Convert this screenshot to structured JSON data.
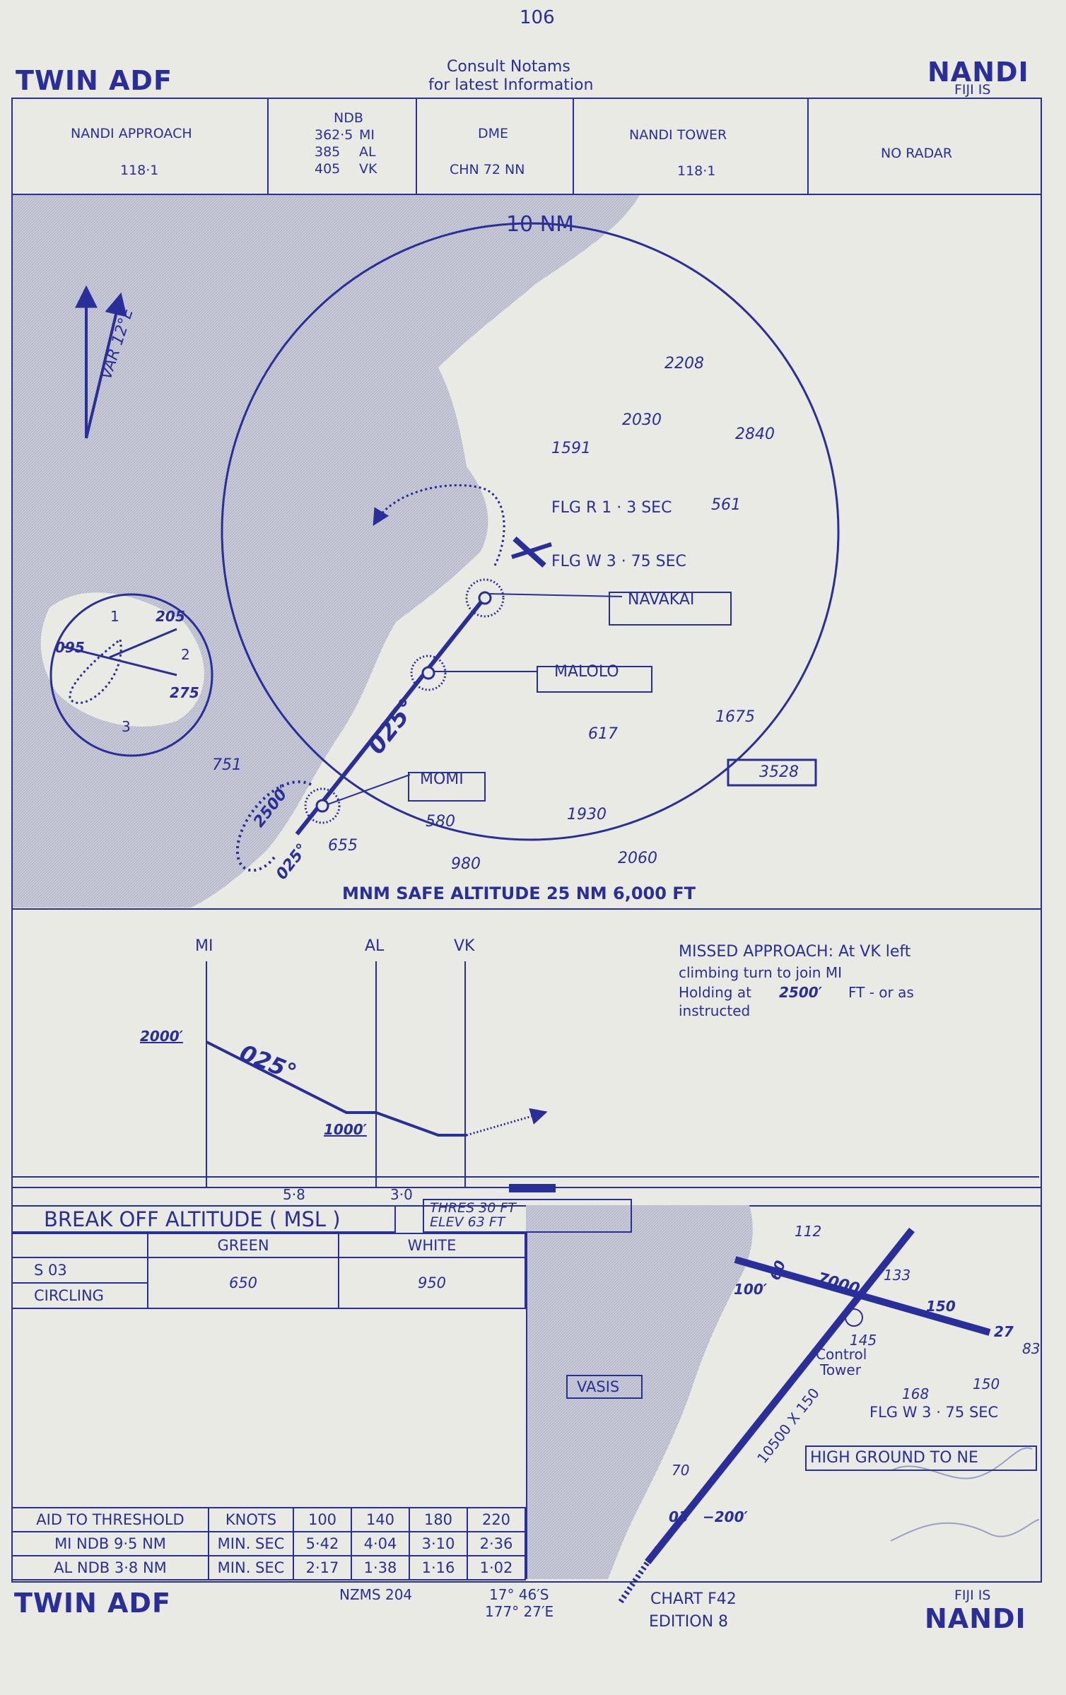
{
  "page_number": "106",
  "header": {
    "left_title": "TWIN ADF",
    "consult_line1": "Consult  Notams",
    "consult_line2": "for latest Information",
    "right_title": "NANDI",
    "right_sub": "FIJI    IS"
  },
  "comms": {
    "approach_name": "NANDI APPROACH",
    "approach_freq": "118·1",
    "ndb_label": "NDB",
    "ndb_rows": [
      {
        "freq": "362·5",
        "id": "MI"
      },
      {
        "freq": "385",
        "id": "AL"
      },
      {
        "freq": "405",
        "id": "VK"
      }
    ],
    "dme_label": "DME",
    "dme_value": "CHN  72  NN",
    "tower_name": "NANDI  TOWER",
    "tower_freq": "118·1",
    "radar": "NO  RADAR"
  },
  "plan": {
    "range_label": "10  NM",
    "variation": "VAR 12°E",
    "lights": [
      "FLG R 1 · 3 SEC",
      "FLG W 3 · 75 SEC"
    ],
    "beacons": [
      "NAVAKAI",
      "MALOLO",
      "MOMI"
    ],
    "course": "025°",
    "holding_altitude": "2500′",
    "holding_course": "025°",
    "hold_inset": {
      "inbound": "095",
      "outbound_a": "205",
      "outbound_b": "275",
      "step1": "1",
      "step2": "2",
      "step3": "3"
    },
    "spot_heights": [
      "2208",
      "2030",
      "2840",
      "1591",
      "561",
      "1675",
      "617",
      "751",
      "580",
      "1930",
      "655",
      "980",
      "2060"
    ],
    "boxed_height": "3528",
    "msa": "MNM SAFE ALTITUDE 25 NM 6,000 FT"
  },
  "profile": {
    "fixes": [
      "MI",
      "AL",
      "VK"
    ],
    "initial_alt": "2000′",
    "course": "025°",
    "step_alt": "1000′",
    "dist_mi_al": "5·8",
    "dist_al_vk": "3·0",
    "missed_approach": [
      "MISSED  APPROACH:  At VK left",
      "climbing  turn  to  join  MI",
      "Holding  at",
      "2500′",
      "FT  -  or  as",
      "instructed"
    ]
  },
  "minima": {
    "title": "BREAK  OFF  ALTITUDE  ( MSL )",
    "thres": "THRES      30  FT",
    "elev": "ELEV       63  FT",
    "col_green": "GREEN",
    "col_white": "WHITE",
    "rows": [
      "S 03",
      "CIRCLING"
    ],
    "green_value": "650",
    "white_value": "950"
  },
  "aid_table": {
    "header": [
      "AID TO THRESHOLD",
      "KNOTS",
      "100",
      "140",
      "180",
      "220"
    ],
    "rows": [
      [
        "MI  NDB  9·5 NM",
        "MIN. SEC",
        "5·42",
        "4·04",
        "3·10",
        "2·36"
      ],
      [
        "AL  NDB  3·8 NM",
        "MIN. SEC",
        "2·17",
        "1·38",
        "1·16",
        "1·02"
      ]
    ]
  },
  "aerodrome": {
    "labels": [
      "112",
      "7000",
      "133",
      "150",
      "100′",
      "60",
      "145",
      "Control",
      "Tower",
      "168",
      "150",
      "83",
      "27",
      "03",
      "70",
      "−200′",
      "10500 X 150"
    ],
    "light": "FLG W 3 · 75  SEC",
    "vasis": "VASIS",
    "high_ground": "HIGH  GROUND  TO  NE"
  },
  "footer": {
    "left_title": "TWIN  ADF",
    "nzms": "NZMS   204",
    "lat": "17° 46′S",
    "lon": "177° 27′E",
    "chart": "CHART  F42",
    "edition": "EDITION  8",
    "right_sub": "FIJI    IS",
    "right_title": "NANDI"
  },
  "colors": {
    "ink": "#2a2e9a",
    "paper": "#e9eae3"
  }
}
